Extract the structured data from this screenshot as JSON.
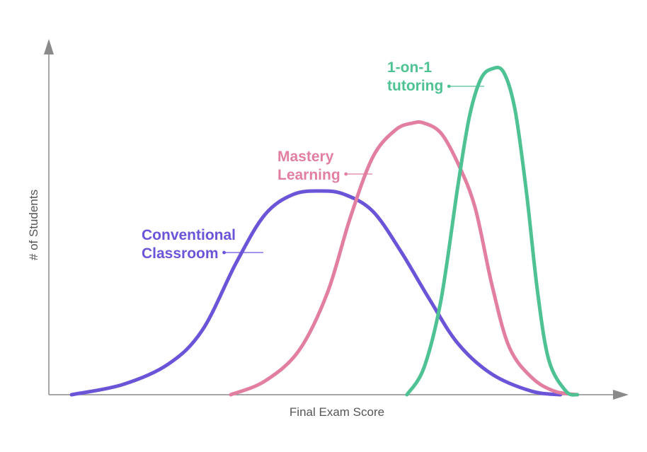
{
  "chart_data": {
    "type": "line",
    "title": "",
    "xlabel": "Final Exam Score",
    "ylabel": "# of Students",
    "xlim": [
      0,
      100
    ],
    "ylim": [
      0,
      100
    ],
    "grid": false,
    "legend": "inline labels",
    "axis_color": "#8a8a8a",
    "series": [
      {
        "name": "Conventional Classroom",
        "label_lines": [
          "Conventional",
          "Classroom"
        ],
        "color": "#6b54d8",
        "x": [
          4,
          13,
          21,
          27,
          33,
          38,
          43,
          48,
          52,
          57,
          62,
          67,
          72,
          78,
          85,
          90
        ],
        "y": [
          0,
          3,
          9,
          19,
          39,
          53,
          59,
          60,
          59,
          54,
          42,
          28,
          15,
          6,
          1,
          0
        ]
      },
      {
        "name": "Mastery Learning",
        "label_lines": [
          "Mastery",
          "Learning"
        ],
        "color": "#e27fa1",
        "x": [
          32,
          38,
          44,
          49,
          53,
          57,
          61,
          64,
          66,
          69,
          72,
          75,
          78,
          81,
          85,
          89,
          93
        ],
        "y": [
          0,
          4,
          13,
          30,
          52,
          70,
          78,
          80,
          80,
          77,
          68,
          55,
          32,
          14,
          5,
          1,
          0
        ]
      },
      {
        "name": "1-on-1 tutoring",
        "label_lines": [
          "1-on-1",
          "tutoring"
        ],
        "color": "#4fc293",
        "x": [
          63,
          66,
          69,
          72,
          74,
          76,
          78,
          80,
          82,
          84,
          86,
          88,
          91,
          93
        ],
        "y": [
          0,
          8,
          28,
          62,
          82,
          93,
          96,
          95,
          84,
          60,
          30,
          10,
          1,
          0
        ]
      }
    ]
  }
}
